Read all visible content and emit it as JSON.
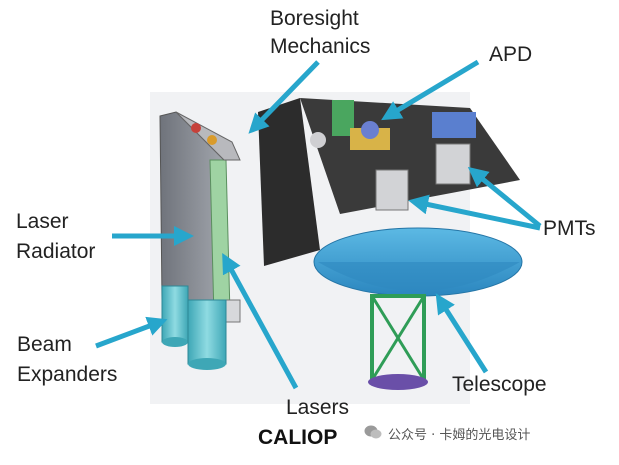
{
  "labels": {
    "boresight_line1": "Boresight",
    "boresight_line2": "Mechanics",
    "apd": "APD",
    "laser_radiator_line1": "Laser",
    "laser_radiator_line2": "Radiator",
    "pmts": "PMTs",
    "beam_expanders_line1": "Beam",
    "beam_expanders_line2": "Expanders",
    "telescope": "Telescope",
    "lasers": "Lasers"
  },
  "caption": "CALIOP",
  "watermark": "公众号 · 卡姆的光电设计",
  "colors": {
    "arrow": "#27a6cc",
    "telescope_dish": "#3fa3d6",
    "frame_green": "#2f9d57",
    "panel_dark": "#2c2c2c",
    "radiator_gray": "#8a8e96",
    "expander_teal": "#5cc2cc"
  }
}
